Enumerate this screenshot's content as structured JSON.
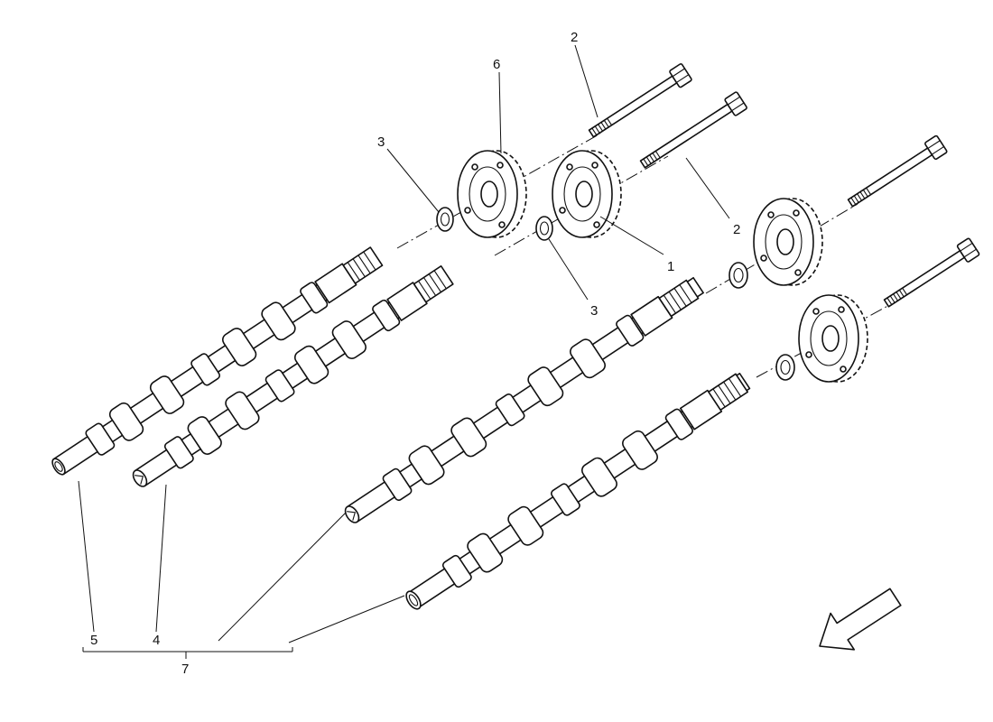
{
  "callouts": {
    "c1": "1",
    "c2a": "2",
    "c2b": "2",
    "c3a": "3",
    "c3b": "3",
    "c4": "4",
    "c5": "5",
    "c6": "6",
    "c7": "7"
  },
  "icons": {
    "direction_arrow": "arrow-icon"
  },
  "colors": {
    "line": "#111111",
    "background": "#ffffff"
  }
}
